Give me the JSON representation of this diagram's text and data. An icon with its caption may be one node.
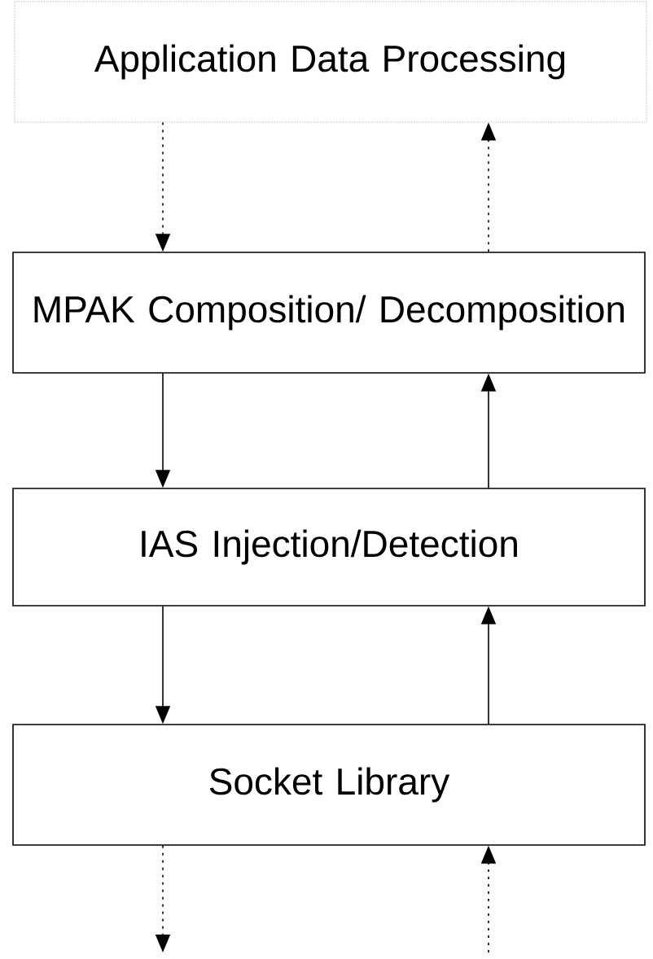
{
  "diagram": {
    "nodes": [
      {
        "text": [
          "Application Data Processing"
        ]
      },
      {
        "text": [
          "MPAK Composition/ Decomposition"
        ]
      },
      {
        "text": [
          "IAS Injection/Detection"
        ]
      },
      {
        "text": [
          "Socket Library"
        ]
      }
    ],
    "edges": [
      {
        "from": 0,
        "to": 1,
        "arrow": "to",
        "style": "dashed"
      },
      {
        "from": 1,
        "to": 0,
        "arrow": "to",
        "style": "dashed"
      },
      {
        "from": 1,
        "to": 2,
        "arrow": "to"
      },
      {
        "from": 2,
        "to": 1,
        "arrow": "to"
      },
      {
        "from": 2,
        "to": 3,
        "arrow": "to"
      },
      {
        "from": 3,
        "to": 2,
        "arrow": "to"
      },
      {
        "from": 3,
        "to": null,
        "arrow": "to",
        "style": "dashed"
      },
      {
        "from": null,
        "to": 3,
        "arrow": "to",
        "style": "dashed"
      }
    ]
  }
}
